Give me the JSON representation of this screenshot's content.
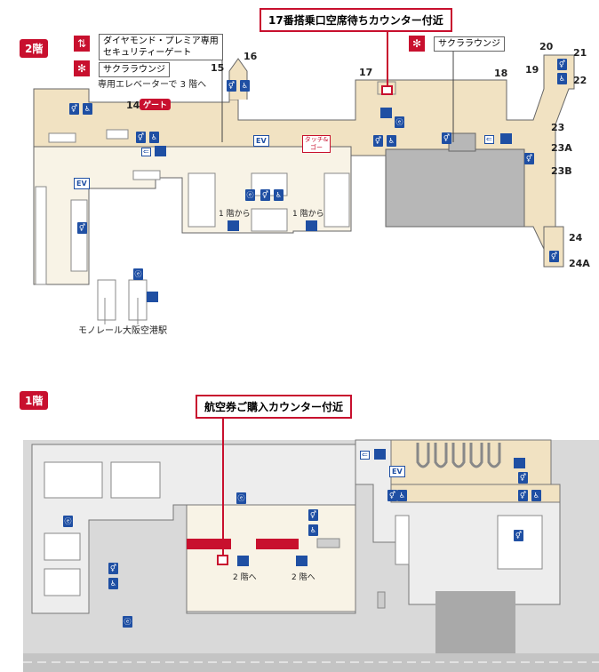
{
  "floor2": {
    "badge": "2階",
    "callout": "17番搭乗口空席待ちカウンター付近",
    "legend_diamond": "ダイヤモンド・プレミア専用\nセキュリティーゲート",
    "legend_sakura": "サクララウンジ",
    "legend_note": "専用エレベーターで 3 階へ",
    "sakura_right": "サクララウンジ",
    "gate_tag": "ゲート",
    "gates": [
      "14",
      "15",
      "16",
      "17",
      "18",
      "19",
      "20",
      "21",
      "22",
      "23",
      "23A",
      "23B",
      "24",
      "24A"
    ],
    "from1f_a": "1 階から",
    "from1f_b": "1 階から",
    "monorail": "モノレール大阪空港駅",
    "tagmark": "タッチ&ゴー"
  },
  "floor1": {
    "badge": "1階",
    "callout": "航空券ご購入カウンター付近",
    "to2f_a": "2 階へ",
    "to2f_b": "2 階へ"
  },
  "colors": {
    "accent": "#c8102e",
    "area": "#f1e2c2",
    "gray": "#b7b7b7",
    "icon": "#1f4fa3"
  }
}
